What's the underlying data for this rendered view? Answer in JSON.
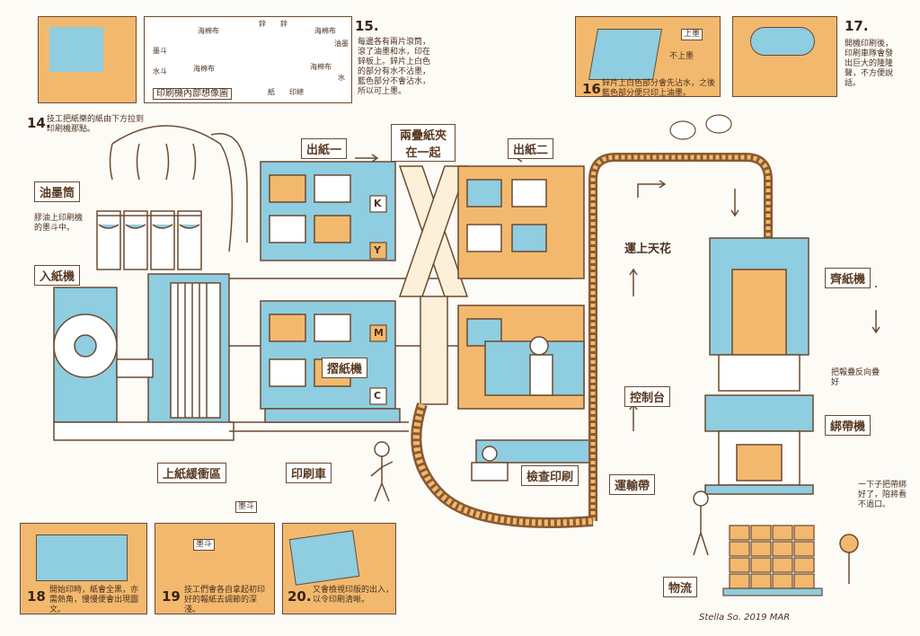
{
  "panels": {
    "p14": {
      "num": "14.",
      "text": "技工把紙樂的紙由下方拉到印刷機那點。"
    },
    "p15": {
      "num": "15.",
      "text": "每邊各有兩片滾筒，滾了油墨和水，印在鋅板上。鋅片上白色的部分有水不沾墨，藍色部分不會沾水，所以可上墨。"
    },
    "p15_caption": "印刷機內部想像圖",
    "p15_labels": {
      "sponge_tl": "海棉布",
      "zinc_t1": "鋅",
      "zinc_t2": "鋅",
      "sponge_tr": "海棉布",
      "ink_l": "墨斗",
      "water_l": "水斗",
      "sponge_bl": "海棉布",
      "sponge_br": "海棉布",
      "ink_r": "油墨",
      "water_r": "水",
      "paper": "紙",
      "impression": "印總"
    },
    "p16": {
      "num": "16",
      "text": "鋅片上白色部分會先沾水，之後藍色部分便只印上油墨。",
      "ink": "上墨",
      "no_ink": "不上墨"
    },
    "p17": {
      "num": "17.",
      "text": "開機印刷後，印刷車隊會發出巨大的隆隆聲，不方便說話。"
    },
    "p18": {
      "num": "18",
      "text": "開始印時，紙會全黑，亦需熱角，慢慢便會出現圖文。"
    },
    "p19": {
      "num": "19",
      "text": "技工們會各自拿起初印好的報紙去調節的深淺。",
      "ink_sign": "墨斗",
      "ink_sign2": "墨斗"
    },
    "p20": {
      "num": "20.",
      "text": "又會檢視印版的出入，以令印刷清晰。"
    }
  },
  "labels": {
    "ink_tank": "油墨筒",
    "ink_tank_desc": "膠油上印刷機的墨斗中。",
    "feed": "入紙機",
    "buffer": "上紙緩衝區",
    "press_cart": "印刷車",
    "folder": "摺紙機",
    "exit1": "出紙一",
    "exit2": "出紙二",
    "merge": "兩疊紙夾在一起",
    "convey_up": "運上天花",
    "control": "控制台",
    "check": "檢查印刷",
    "conveyor": "運輸帶",
    "stacker": "齊紙機",
    "stacker_desc": "把報疊反向疊好",
    "binder": "綁帶機",
    "binder_desc": "一下子把帶綁好了，陪將看不過口。",
    "logistics": "物流",
    "cmyk": [
      "C",
      "M",
      "Y",
      "K"
    ],
    "plates": [
      "K",
      "Y",
      "M",
      "C"
    ],
    "signature": "Stella So. 2019 MAR"
  },
  "colors": {
    "blue": "#8fcde0",
    "orange": "#f2b96e",
    "brown": "#6b4a30",
    "cream": "#fdfbf6"
  }
}
